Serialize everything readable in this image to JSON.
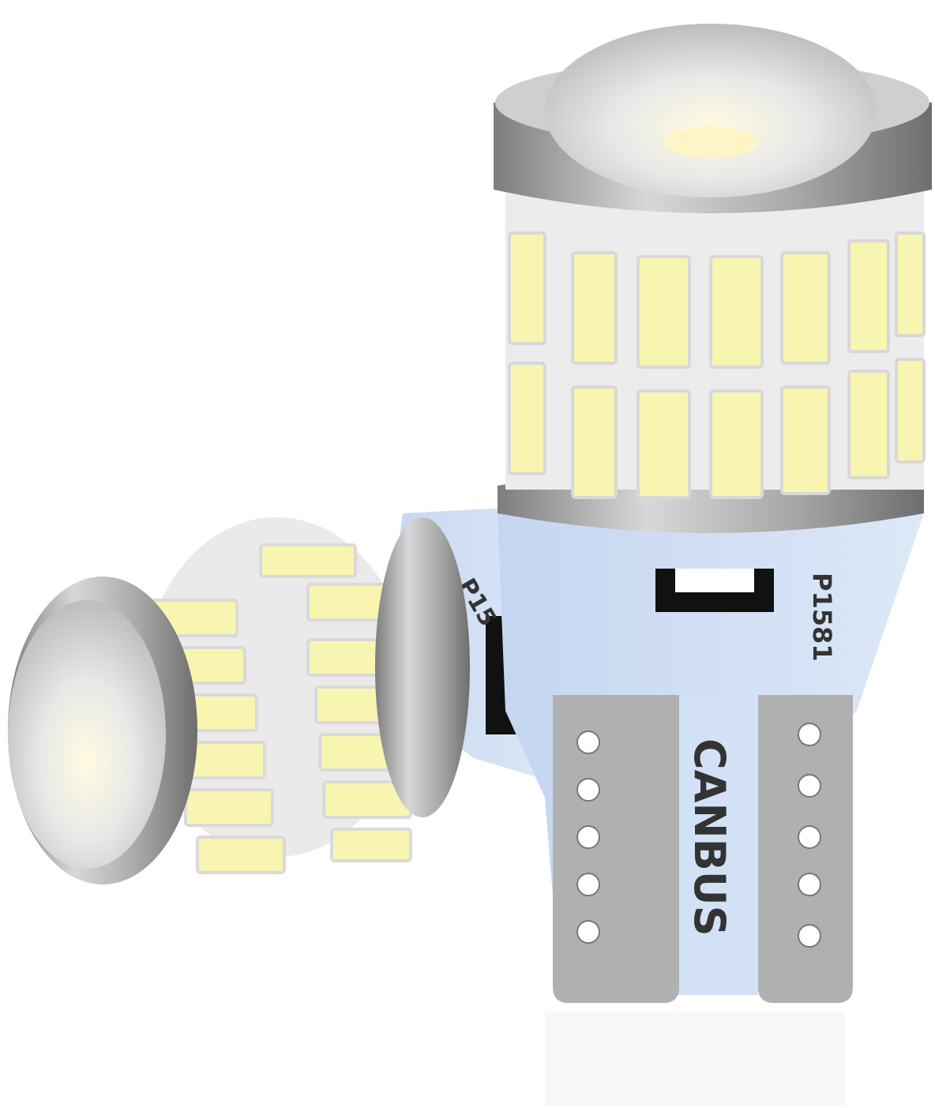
{
  "image": {
    "subject": "Two LED T10 wedge bulbs with CANBUS base",
    "background": "#ffffff"
  },
  "bulbs": [
    {
      "name": "upright-bulb",
      "base_labels": [
        "P1581"
      ],
      "lens": "clear dome lens",
      "led_color": "#f8f6b0"
    },
    {
      "name": "tilted-bulb",
      "base_labels": [
        "P15"
      ],
      "lens": "clear dome lens",
      "led_color": "#f8f6b0"
    }
  ],
  "base_text": {
    "canbus": "CANBUS",
    "model_upright": "P1581",
    "model_tilted": "P15"
  },
  "colors": {
    "metal": "#9c9c9c",
    "metal_light": "#cfcfcf",
    "pcb": "#cfdff5",
    "led": "#f7f5b0",
    "led_frame": "#e8e8e8",
    "base_tan": "#d9c3a6"
  }
}
